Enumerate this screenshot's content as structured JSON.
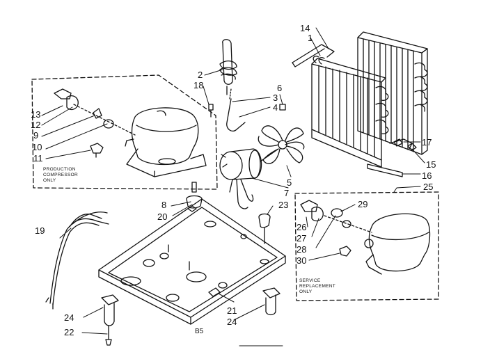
{
  "diagram": {
    "parts": [
      {
        "id": "p1",
        "label": "1"
      },
      {
        "id": "p2",
        "label": "2"
      },
      {
        "id": "p3",
        "label": "3"
      },
      {
        "id": "p4",
        "label": "4"
      },
      {
        "id": "p5",
        "label": "5"
      },
      {
        "id": "p6",
        "label": "6"
      },
      {
        "id": "p7",
        "label": "7"
      },
      {
        "id": "p8",
        "label": "8"
      },
      {
        "id": "p9",
        "label": "9"
      },
      {
        "id": "p10",
        "label": "10"
      },
      {
        "id": "p11",
        "label": "11"
      },
      {
        "id": "p12",
        "label": "12"
      },
      {
        "id": "p13",
        "label": "13"
      },
      {
        "id": "p14",
        "label": "14"
      },
      {
        "id": "p15",
        "label": "15"
      },
      {
        "id": "p16",
        "label": "16"
      },
      {
        "id": "p17",
        "label": "17"
      },
      {
        "id": "p18",
        "label": "18"
      },
      {
        "id": "p19",
        "label": "19"
      },
      {
        "id": "p20",
        "label": "20"
      },
      {
        "id": "p21",
        "label": "21"
      },
      {
        "id": "p22",
        "label": "22"
      },
      {
        "id": "p23",
        "label": "23"
      },
      {
        "id": "p24a",
        "label": "24"
      },
      {
        "id": "p24b",
        "label": "24"
      },
      {
        "id": "p25",
        "label": "25"
      },
      {
        "id": "p26",
        "label": "26"
      },
      {
        "id": "p27",
        "label": "27"
      },
      {
        "id": "p28",
        "label": "28"
      },
      {
        "id": "p29",
        "label": "29"
      },
      {
        "id": "p30",
        "label": "30"
      }
    ],
    "notes": {
      "production": "PRODUCTION\nCOMPRESSOR\nONLY",
      "service": "SERVICE\nREPLACEMENT\nONLY"
    },
    "code": "B5"
  }
}
